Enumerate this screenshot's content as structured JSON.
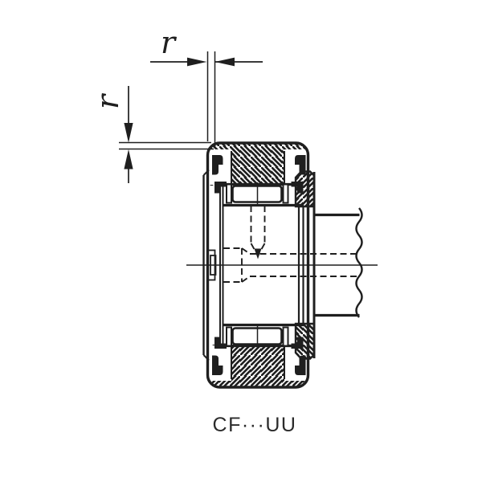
{
  "drawing": {
    "type": "bearing-cross-section",
    "caption": "CF···UU",
    "dimension_labels": {
      "top_radius": "r",
      "left_radius": "r"
    }
  },
  "colors": {
    "ink": "#1f1f1f",
    "caption_text": "#2b2b2b",
    "background": "#ffffff"
  }
}
